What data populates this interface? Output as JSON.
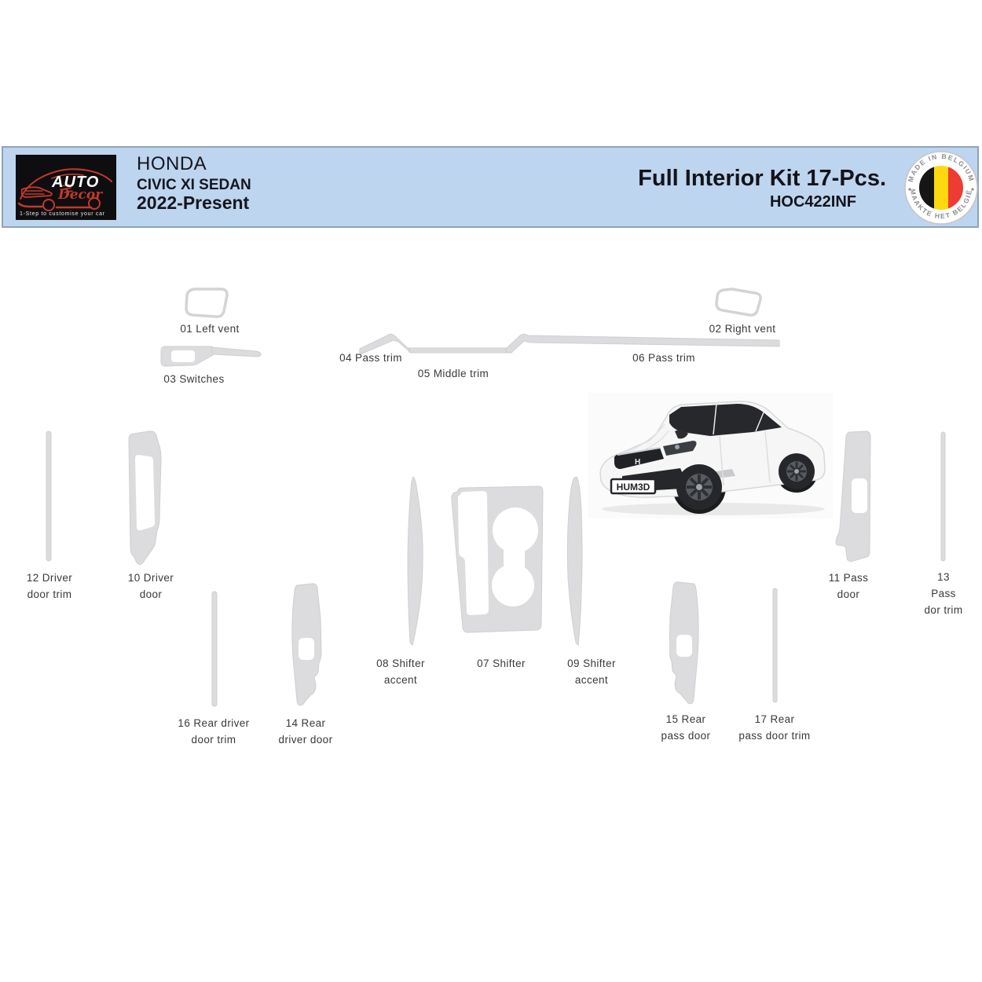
{
  "header": {
    "logo": {
      "brand": "AUTO",
      "brand_script": "Decor",
      "tagline": "1-Step to customise your car"
    },
    "vehicle": {
      "make": "HONDA",
      "model": "CIVIC XI SEDAN",
      "years": "2022-Present"
    },
    "kit": {
      "title": "Full Interior Kit 17-Pcs.",
      "sku": "HOC422INF"
    },
    "badge": {
      "top_text": "MADE IN BELGIUM",
      "bottom_text": "MAAKTE HET BELGIË",
      "flag_colors": [
        "#161616",
        "#FFD90F",
        "#EE3B33"
      ]
    }
  },
  "colors": {
    "header_bg": "#bdd5ee",
    "header_border": "#8fa3b8",
    "part_fill": "#dcdcde",
    "part_stroke": "#cfcfd2",
    "label_color": "#39393b"
  },
  "car_photo": {
    "license_plate": "HUM3D"
  },
  "parts": [
    {
      "num": "01",
      "label": "01 Left vent"
    },
    {
      "num": "02",
      "label": "02 Right vent"
    },
    {
      "num": "03",
      "label": "03 Switches"
    },
    {
      "num": "04",
      "label": "04 Pass trim"
    },
    {
      "num": "05",
      "label": "05 Middle trim"
    },
    {
      "num": "06",
      "label": "06 Pass trim"
    },
    {
      "num": "07",
      "label": "07 Shifter"
    },
    {
      "num": "08",
      "label": "08 Shifter\naccent"
    },
    {
      "num": "09",
      "label": "09 Shifter\naccent"
    },
    {
      "num": "10",
      "label": "10 Driver\ndoor"
    },
    {
      "num": "11",
      "label": "11 Pass\ndoor"
    },
    {
      "num": "12",
      "label": "12 Driver\ndoor trim"
    },
    {
      "num": "13",
      "label": "13 Pass\ndor trim"
    },
    {
      "num": "14",
      "label": "14 Rear\ndriver door"
    },
    {
      "num": "15",
      "label": "15 Rear\npass door"
    },
    {
      "num": "16",
      "label": "16 Rear driver\ndoor trim"
    },
    {
      "num": "17",
      "label": "17 Rear\npass door trim"
    }
  ]
}
